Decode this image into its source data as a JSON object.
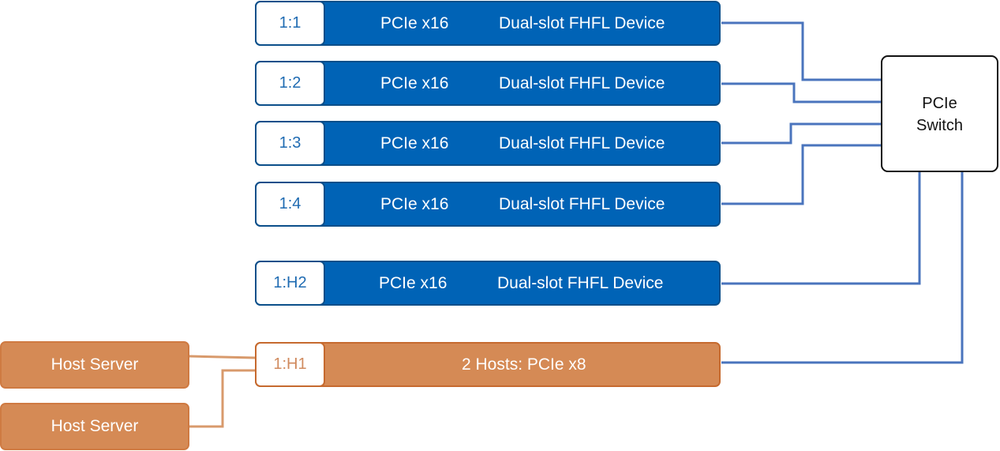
{
  "switch": {
    "line1": "PCIe",
    "line2": "Switch"
  },
  "slots": [
    {
      "id": "1:1",
      "interface": "PCIe x16",
      "device": "Dual-slot FHFL Device"
    },
    {
      "id": "1:2",
      "interface": "PCIe x16",
      "device": "Dual-slot FHFL Device"
    },
    {
      "id": "1:3",
      "interface": "PCIe x16",
      "device": "Dual-slot FHFL Device"
    },
    {
      "id": "1:4",
      "interface": "PCIe x16",
      "device": "Dual-slot FHFL Device"
    },
    {
      "id": "1:H2",
      "interface": "PCIe x16",
      "device": "Dual-slot FHFL Device"
    }
  ],
  "host_slot": {
    "id": "1:H1",
    "label": "2 Hosts: PCIe x8"
  },
  "servers": [
    {
      "label": "Host Server"
    },
    {
      "label": "Host Server"
    }
  ],
  "colors": {
    "slot_fill": "#0063b6",
    "slot_border": "#0b4f8a",
    "host_fill": "#d58a55",
    "host_border": "#c66a2f",
    "switch_link": "#4a74bd",
    "host_link": "#d89a6c"
  }
}
